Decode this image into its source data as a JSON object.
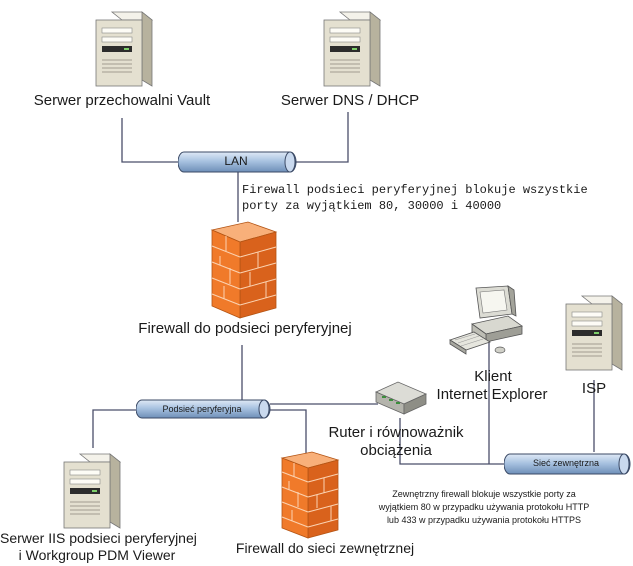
{
  "nodes": {
    "vault_server": "Serwer przechowalni Vault",
    "dns_server": "Serwer DNS / DHCP",
    "firewall_perimeter": "Firewall do podsieci peryferyjnej",
    "iis_server_line1": "Serwer IIS podsieci peryferyjnej",
    "iis_server_line2": "i Workgroup PDM Viewer",
    "firewall_external": "Firewall do sieci zewnętrznej",
    "router_line1": "Ruter i równoważnik",
    "router_line2": "obciążenia",
    "client_line1": "Klient",
    "client_line2": "Internet Explorer",
    "isp": "ISP"
  },
  "networks": {
    "lan": "LAN",
    "perimeter": "Podsieć peryferyjna",
    "external": "Sieć zewnętrzna"
  },
  "notes": {
    "internal_firewall_line1": "Firewall podsieci peryferyjnej blokuje wszystkie",
    "internal_firewall_line2": "porty za wyjątkiem 80, 30000 i 40000",
    "external_firewall_line1": "Zewnętrzny firewall blokuje wszystkie porty za",
    "external_firewall_line2": "wyjątkiem 80 w przypadku używania protokołu HTTP",
    "external_firewall_line3": "lub 433 w przypadku używania protokołu HTTPS"
  },
  "colors": {
    "pipe": "#a9c3e1",
    "pipe_dark": "#6e8fb8",
    "firewall": "#f07a2a",
    "server_body": "#e4e0d0",
    "line": "#4a4f6a"
  }
}
